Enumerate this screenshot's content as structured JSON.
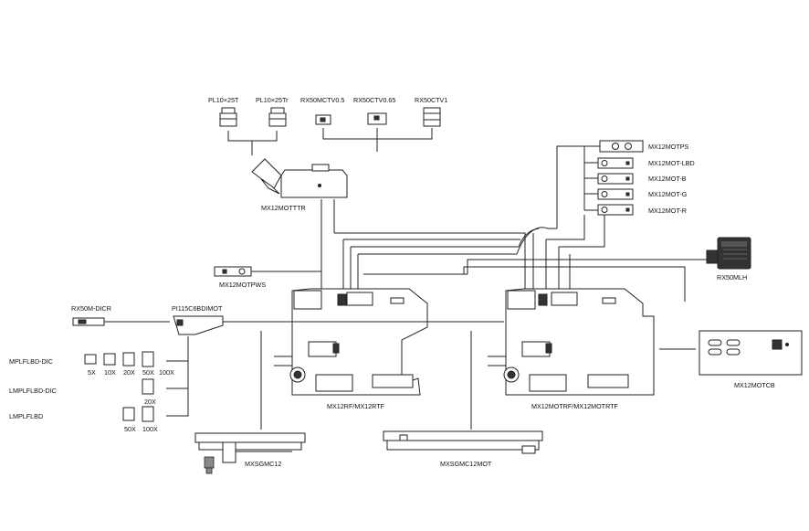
{
  "diagram": {
    "eyepieces": {
      "pl10x25t": "PL10×25T",
      "pl10x25tr": "PL10×25Tr"
    },
    "camera_adapters": {
      "rx50mctv05": "RX50MCTV0.5",
      "rx50ctv065": "RX50CTV0.65",
      "rx50ctv1": "RX50CTV1"
    },
    "trinocular_head": "MX12MOTTTR",
    "filters": {
      "ps": "MX12MOTPS",
      "lbd": "MX12MOT-LBD",
      "b": "MX12MOT-B",
      "g": "MX12MOT-G",
      "r": "MX12MOT-R"
    },
    "lamp_house": "RX50MLH",
    "pws": "MX12MOTPWS",
    "dic_prism": "RX50M-DICR",
    "nosepiece": "PI115C6BDIMOT",
    "objectives": {
      "mplflbd_dic": "MPLFLBD-DIC",
      "lmplflbd_dic": "LMPLFLBD-DIC",
      "lmplflbd": "LMPLFLBD",
      "mags": {
        "m5x": "5X",
        "m10x": "10X",
        "m20x": "20X",
        "m50x": "50X",
        "m100x": "100X",
        "lm20x": "20X",
        "lm50x": "50X",
        "lm100x": "100X"
      }
    },
    "stand_manual": "MX12RF/MX12RTF",
    "stand_motor": "MX12MOTRF/MX12MOTRTF",
    "control_box": "MX12MOTCB",
    "stage_manual": "MXSGMC12",
    "stage_motor": "MXSGMC12MOT"
  }
}
